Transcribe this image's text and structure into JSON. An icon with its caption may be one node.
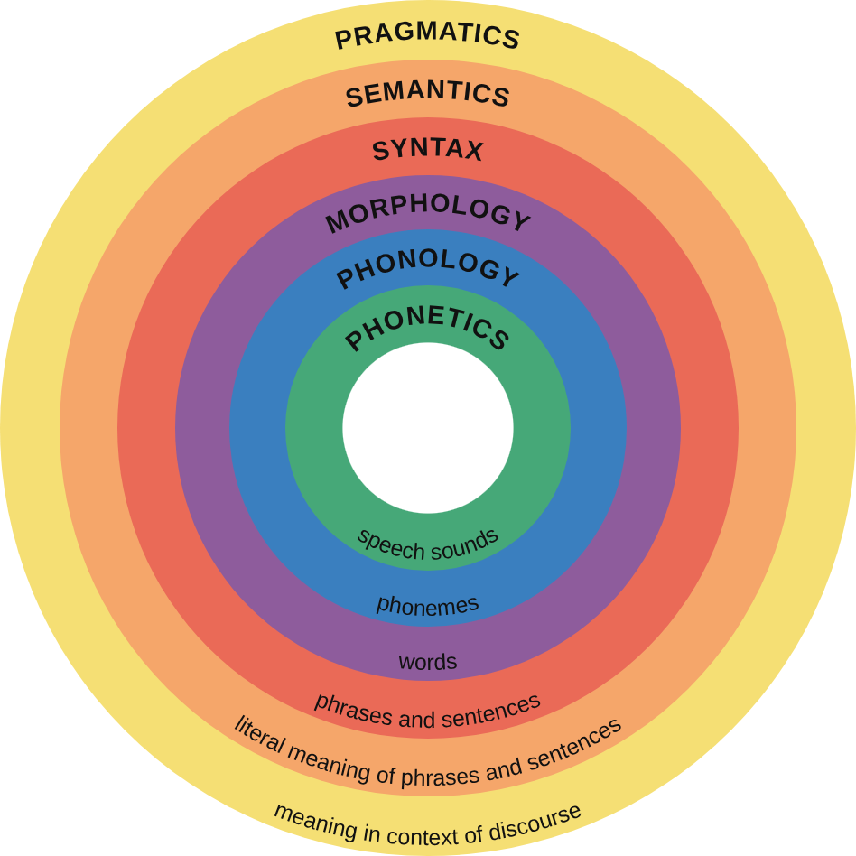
{
  "diagram": {
    "nodes": [
      {
        "text": [
          "PRAGMATICS",
          "meaning in context of discourse"
        ]
      },
      {
        "text": [
          "SEMANTICS",
          "literal meaning of phrases and sentences"
        ],
        "in": 0
      },
      {
        "text": [
          "SYNTAX",
          "phrases and sentences"
        ],
        "in": 1
      },
      {
        "text": [
          "MORPHOLOGY",
          "words"
        ],
        "in": 2
      },
      {
        "text": [
          "PHONOLOGY",
          "phonemes"
        ],
        "in": 3
      },
      {
        "text": [
          "PHONETICS",
          "speech sounds"
        ],
        "in": 4
      }
    ]
  }
}
